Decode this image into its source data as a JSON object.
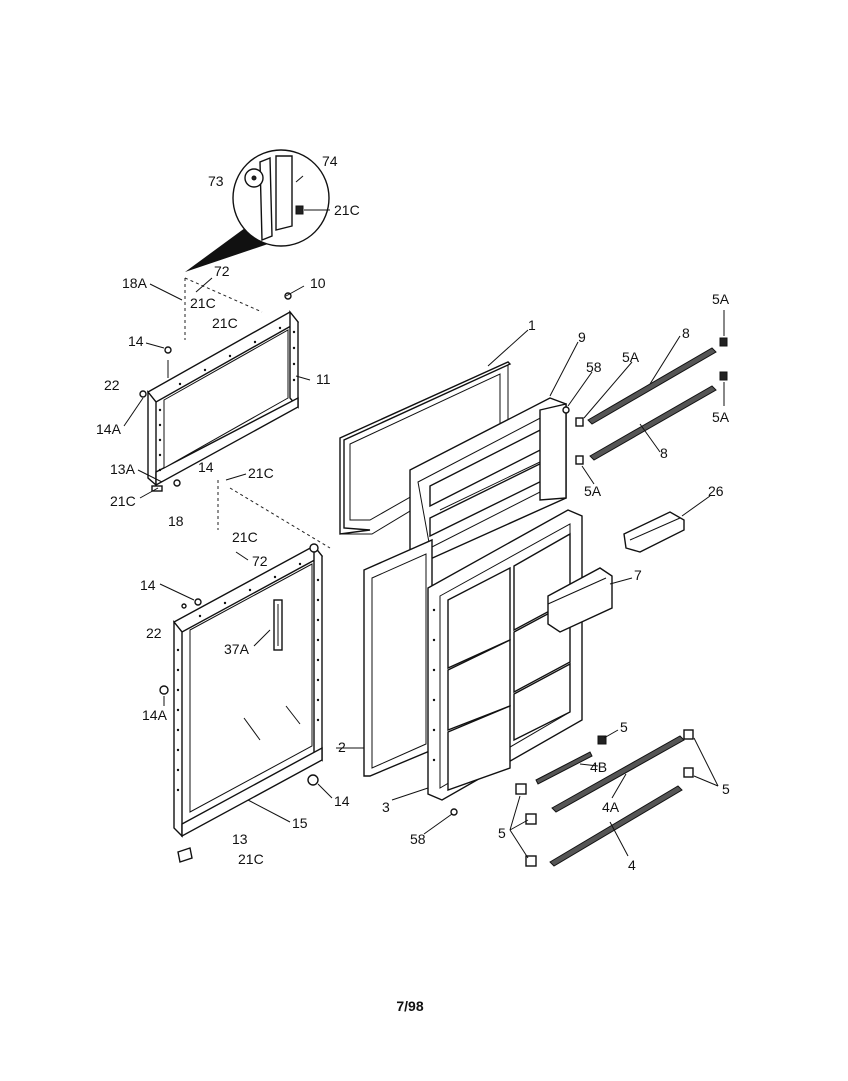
{
  "callouts": {
    "c74": "74",
    "c73": "73",
    "c21c_detail": "21C",
    "c72_top": "72",
    "c18a": "18A",
    "c21c_top1": "21C",
    "c10": "10",
    "c21c_top2": "21C",
    "c14_top": "14",
    "c11": "11",
    "c22_top": "22",
    "c14a_top": "14A",
    "c13a": "13A",
    "c14_mid": "14",
    "c21c_mid1": "21C",
    "c21c_mid2": "21C",
    "c18": "18",
    "c21c_mid3": "21C",
    "c72_mid": "72",
    "c14_low": "14",
    "c22_low": "22",
    "c37a": "37A",
    "c14a_low": "14A",
    "c14_right": "14",
    "c15": "15",
    "c13": "13",
    "c21c_bottom": "21C",
    "c1": "1",
    "c9": "9",
    "c58_top": "58",
    "c5a_a": "5A",
    "c8_a": "8",
    "c5a_b": "5A",
    "c5a_c": "5A",
    "c8_b": "8",
    "c5a_d": "5A",
    "c26": "26",
    "c7": "7",
    "c2": "2",
    "c3": "3",
    "c58_bottom": "58",
    "c5_a": "5",
    "c4b": "4B",
    "c4a": "4A",
    "c5_b": "5",
    "c5_c": "5",
    "c4": "4"
  },
  "footer": {
    "date": "7/98"
  }
}
